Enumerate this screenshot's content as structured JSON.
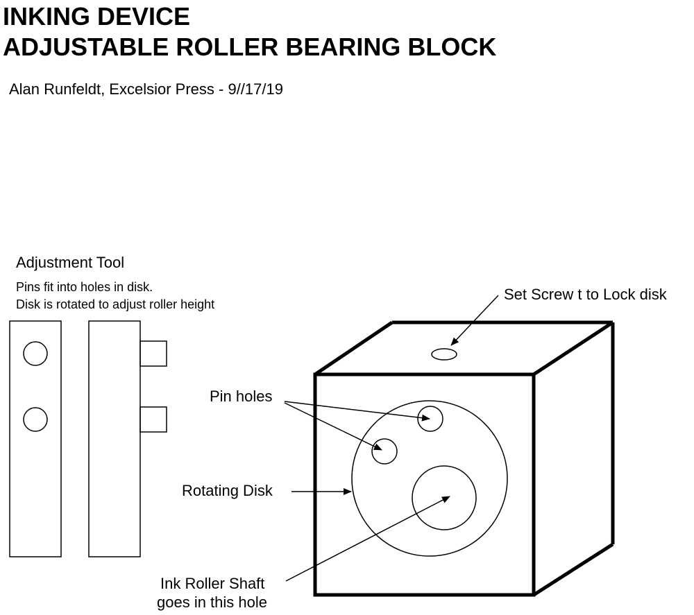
{
  "title": {
    "line1": "INKING DEVICE",
    "line2": "ADJUSTABLE ROLLER BEARING BLOCK"
  },
  "author": "Alan Runfeldt, Excelsior Press -  9//17/19",
  "adjustment_tool": {
    "heading": "Adjustment Tool",
    "note1": "Pins fit into holes in disk.",
    "note2": "Disk is rotated to adjust roller height"
  },
  "callouts": {
    "set_screw": "Set Screw t to Lock disk",
    "pin_holes": "Pin holes",
    "rotating_disk": "Rotating Disk",
    "shaft_line1": "Ink Roller Shaft",
    "shaft_line2": "goes in this hole"
  }
}
